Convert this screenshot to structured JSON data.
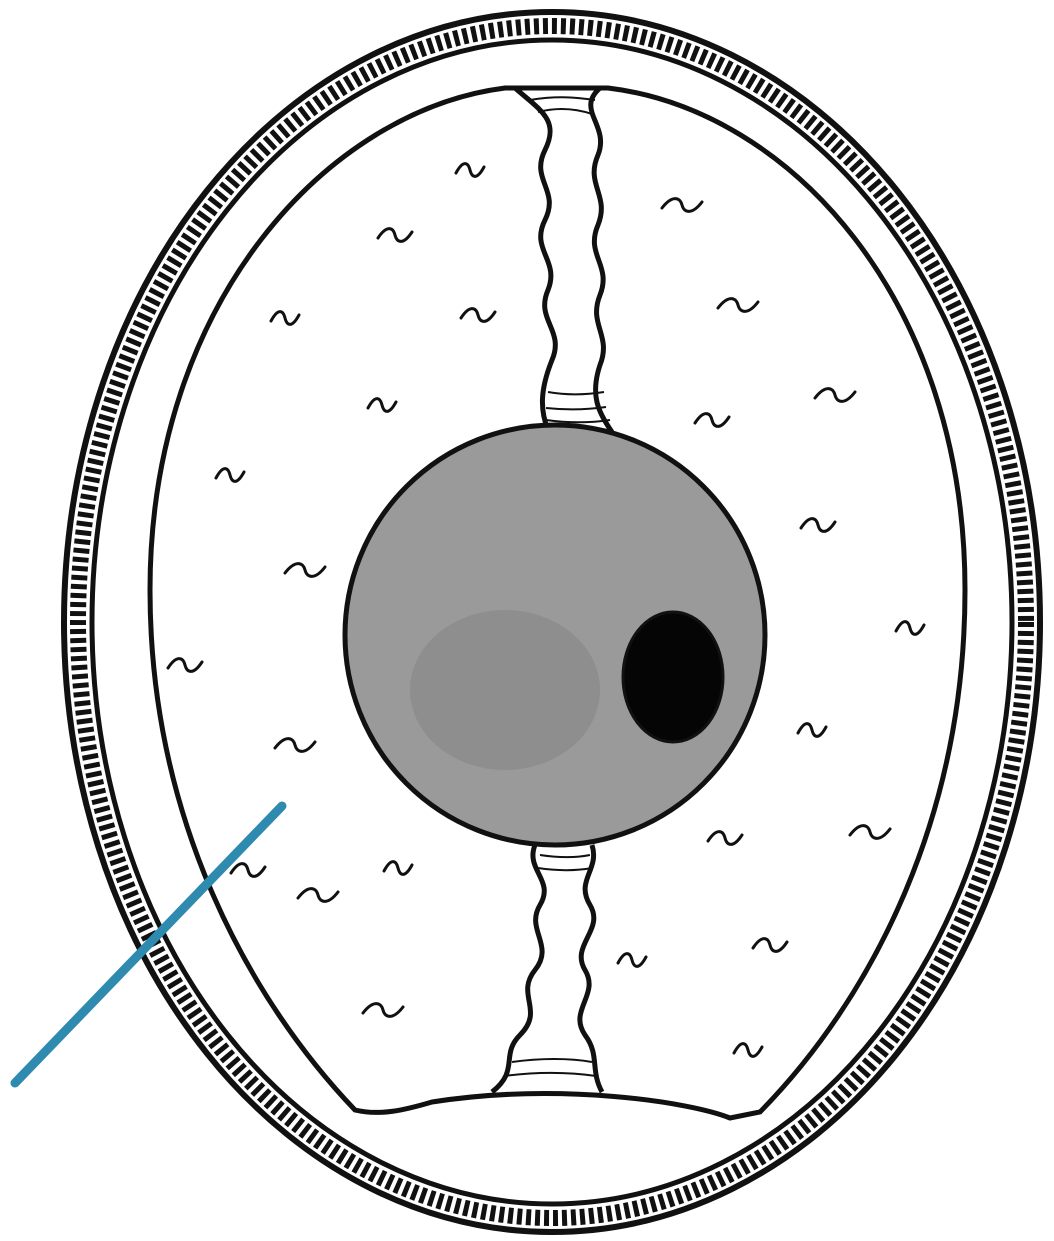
{
  "diagram": {
    "colors": {
      "background": "#ffffff",
      "ink": "#111111",
      "yolk": "#9a9a9a",
      "yolk_shade": "#858585",
      "germinal_disc": "#050505",
      "pointer": "#2f8ab0"
    },
    "parts": [
      "shell",
      "shell-membrane",
      "albumen",
      "yolk",
      "germinal-disc",
      "chalaza-top",
      "chalaza-bottom",
      "air-cell",
      "pointer-line"
    ]
  }
}
